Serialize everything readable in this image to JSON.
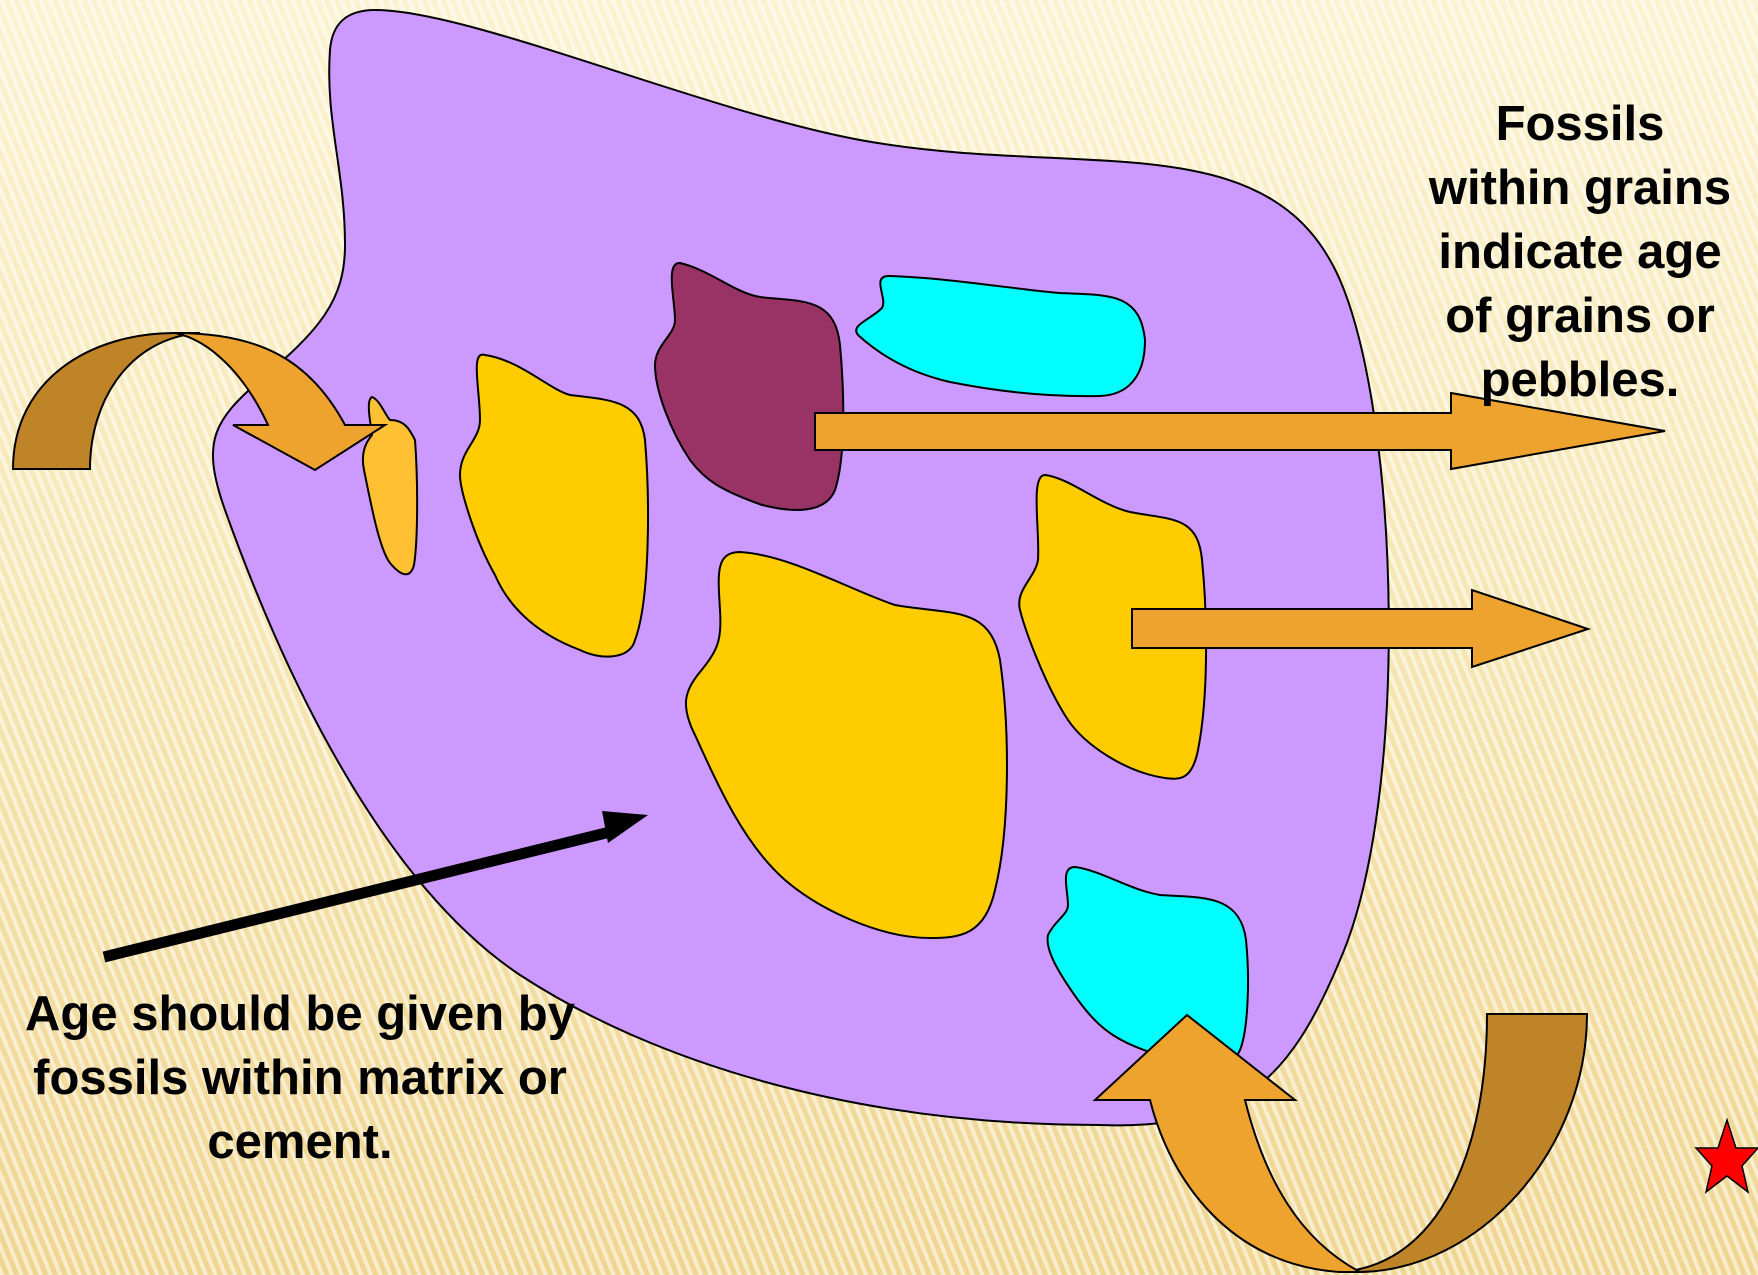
{
  "captions": {
    "right": [
      "Fossils",
      "within grains",
      "indicate age",
      "of grains or",
      "pebbles."
    ],
    "left": [
      "Age should be given by",
      "fossils within matrix or",
      "cement."
    ]
  },
  "colors": {
    "matrix": "#cc99ff",
    "grain_yellow": "#ffcc00",
    "grain_light_orange": "#ffc033",
    "grain_maroon": "#993366",
    "grain_cyan": "#00ffff",
    "arrow_orange": "#eea32f",
    "arrow_brown": "#c08428",
    "star": "#ff0000"
  },
  "icons": {
    "curved_arrow_top_left": "curved-arrow-icon",
    "curved_arrow_bottom_right": "curved-arrow-icon",
    "star": "star-icon"
  }
}
